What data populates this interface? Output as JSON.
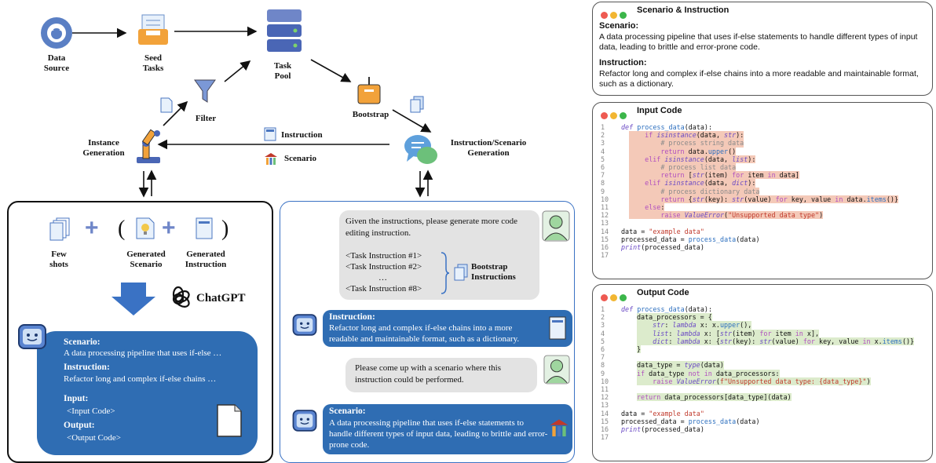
{
  "pipeline": {
    "data_source": "Data\nSource",
    "seed_tasks": "Seed\nTasks",
    "task_pool": "Task\nPool",
    "bootstrap": "Bootstrap",
    "filter": "Filter",
    "instance_generation": "Instance\nGeneration",
    "instruction_scenario_generation": "Instruction/Scenario\nGeneration",
    "instruction": "Instruction",
    "scenario": "Scenario"
  },
  "left_panel": {
    "few_shots": "Few\nshots",
    "generated_scenario": "Generated\nScenario",
    "generated_instruction": "Generated\nInstruction",
    "chatgpt": "ChatGPT",
    "plus": "+",
    "open_paren": "(",
    "close_paren": ")",
    "card": {
      "scenario_label": "Scenario:",
      "scenario_text": "A data processing pipeline that uses if-else …",
      "instruction_label": "Instruction:",
      "instruction_text": "Refactor long and complex if-else chains …",
      "input_label": "Input:",
      "input_text": "<Input Code>",
      "output_label": "Output:",
      "output_text": "<Output Code>"
    }
  },
  "middle_panel": {
    "prompt1_line1": "Given the instructions, please generate more code",
    "prompt1_line2": "editing instruction.",
    "task1": "<Task Instruction #1>",
    "task2": "<Task Instruction #2>",
    "ellipsis": "…",
    "task8": "<Task Instruction #8>",
    "bootstrap_instructions": "Bootstrap\nInstructions",
    "resp1_label": "Instruction:",
    "resp1_text": "Refactor long and complex if-else chains into a more readable and maintainable format, such as a dictionary.",
    "prompt2_text": "Please come up with a scenario where this instruction could be performed.",
    "resp2_label": "Scenario:",
    "resp2_text": "A data processing pipeline that uses if-else statements to handle different types of input data, leading to brittle and error-prone code."
  },
  "scenario_panel": {
    "title": "Scenario & Instruction",
    "scenario_label": "Scenario:",
    "scenario_text": "A data processing pipeline that uses if-else statements to handle different types of input data, leading to brittle and error-prone code.",
    "instruction_label": "Instruction:",
    "instruction_text": "Refactor long and complex if-else chains into a more readable and maintainable format, such as a dictionary."
  },
  "input_code": {
    "title": "Input Code",
    "line_numbers": [
      "1",
      "2",
      "3",
      "4",
      "5",
      "6",
      "7",
      "8",
      "9",
      "10",
      "11",
      "12",
      "13",
      "14",
      "15",
      "16",
      "17"
    ]
  },
  "output_code": {
    "title": "Output Code",
    "line_numbers": [
      "1",
      "2",
      "3",
      "4",
      "5",
      "6",
      "7",
      "8",
      "9",
      "10",
      "11",
      "12",
      "13",
      "14",
      "15",
      "16",
      "17"
    ]
  },
  "colors": {
    "dot_red": "#ee5a52",
    "dot_yellow": "#f2b632",
    "dot_green": "#3cb64a",
    "card_blue": "#2f6db3",
    "arrow_blue": "#3a72c4"
  }
}
